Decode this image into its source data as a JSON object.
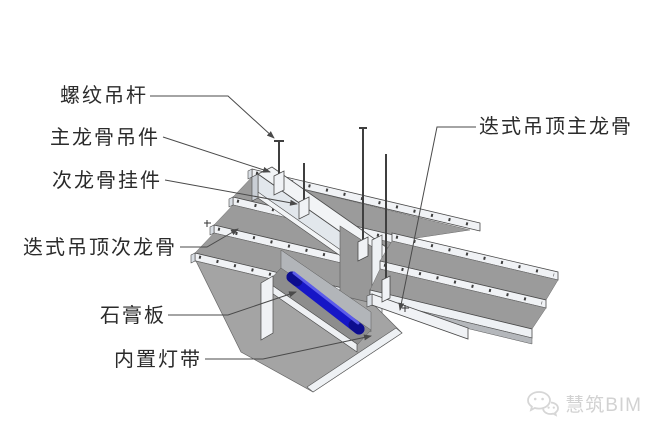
{
  "figure": {
    "callouts": {
      "left": [
        {
          "id": "threaded-hanger-rod",
          "text": "螺纹吊杆"
        },
        {
          "id": "main-keel-hanger",
          "text": "主龙骨吊件"
        },
        {
          "id": "secondary-keel-clip",
          "text": "次龙骨挂件"
        },
        {
          "id": "stacked-ceiling-secondary-keel",
          "text": "迭式吊顶次龙骨"
        },
        {
          "id": "gypsum-board",
          "text": "石膏板"
        },
        {
          "id": "built-in-light-strip",
          "text": "内置灯带"
        }
      ],
      "right": [
        {
          "id": "stacked-ceiling-main-keel",
          "text": "迭式吊顶主龙骨"
        }
      ]
    },
    "watermark": {
      "icon": "wechat-icon",
      "text": "慧筑BIM",
      "color": "#d2d2d2"
    },
    "colors": {
      "background": "#ffffff",
      "panel_gray": "#9b9b9b",
      "fascia_gray": "#a4a4a4",
      "keel_white": "#f0f2f5",
      "light_strip_blue": "#1616c6",
      "light_strip_dark": "#0d0d8e",
      "leader_line": "#4a4a4a",
      "label_text": "#2b2b2b",
      "watermark_gray": "#d2d2d2"
    }
  }
}
